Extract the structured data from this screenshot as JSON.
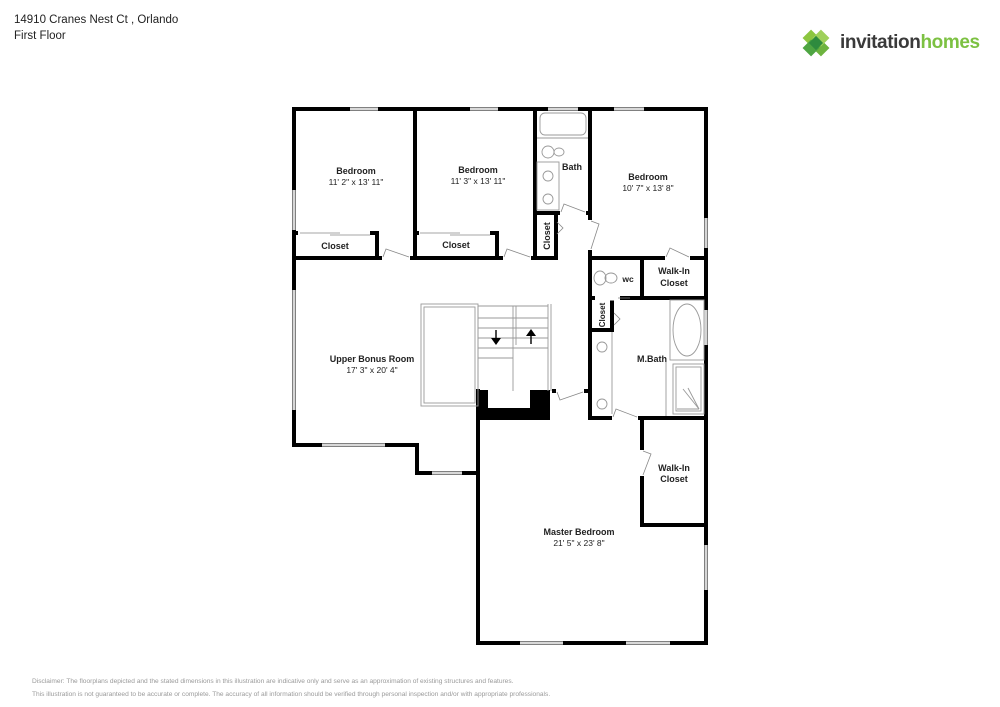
{
  "header": {
    "address": "14910 Cranes Nest Ct , Orlando",
    "floor": "First Floor"
  },
  "logo": {
    "word1": "invitation",
    "word2": "homes",
    "colors": {
      "dark": "#3a3a3a",
      "green": "#7cc142",
      "mark_dark": "#2e8b3e",
      "mark_light": "#8cc63f"
    }
  },
  "rooms": {
    "bedroom1": {
      "name": "Bedroom",
      "dims": "11' 2\" x 13' 11\""
    },
    "bedroom2": {
      "name": "Bedroom",
      "dims": "11' 3\" x 13' 11\""
    },
    "bedroom3": {
      "name": "Bedroom",
      "dims": "10' 7\" x 13' 8\""
    },
    "bath": {
      "name": "Bath"
    },
    "closet1": {
      "name": "Closet"
    },
    "closet2": {
      "name": "Closet"
    },
    "closet3": {
      "name": "Closet"
    },
    "closet4": {
      "name": "Closet"
    },
    "wc": {
      "name": "wc"
    },
    "walkin1": {
      "line1": "Walk-In",
      "line2": "Closet"
    },
    "walkin2": {
      "line1": "Walk-In",
      "line2": "Closet"
    },
    "mbath": {
      "name": "M.Bath"
    },
    "bonus": {
      "name": "Upper Bonus Room",
      "dims": "17' 3\" x 20' 4\""
    },
    "master": {
      "name": "Master Bedroom",
      "dims": "21' 5\" x 23' 8\""
    }
  },
  "disclaimer": {
    "line1": "Disclaimer: The floorplans depicted and the stated dimensions in this illustration are indicative only and serve as an approximation of existing structures and features.",
    "line2": "This illustration is not guaranteed to be accurate or complete. The accuracy of all information should be verified through personal inspection and/or with appropriate professionals."
  }
}
